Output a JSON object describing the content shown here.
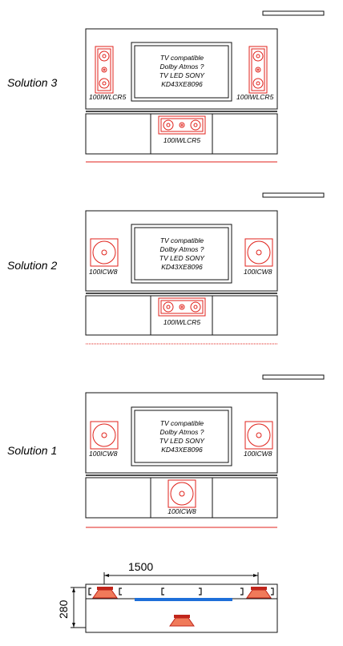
{
  "colors": {
    "speaker": "#e0221b",
    "floor": "#e0221b",
    "line": "#111111",
    "tvbar": "#1e6fd9",
    "cone": "#e05a2b"
  },
  "solutions": [
    {
      "label": "Solution 3",
      "tv_lines": [
        "TV compatible",
        "Dolby Atmos ?",
        "TV LED SONY",
        "KD43XE8096"
      ],
      "left_speaker": "100IWLCR5",
      "right_speaker": "100IWLCR5",
      "center_speaker": "100IWLCR5"
    },
    {
      "label": "Solution 2",
      "tv_lines": [
        "TV compatible",
        "Dolby Atmos ?",
        "TV LED SONY",
        "KD43XE8096"
      ],
      "left_speaker": "100ICW8",
      "right_speaker": "100ICW8",
      "center_speaker": "100IWLCR5"
    },
    {
      "label": "Solution 1",
      "tv_lines": [
        "TV compatible",
        "Dolby Atmos ?",
        "TV LED SONY",
        "KD43XE8096"
      ],
      "left_speaker": "100ICW8",
      "right_speaker": "100ICW8",
      "center_speaker": "100ICW8"
    }
  ],
  "plan": {
    "width_dim": "1500",
    "depth_dim": "280"
  }
}
